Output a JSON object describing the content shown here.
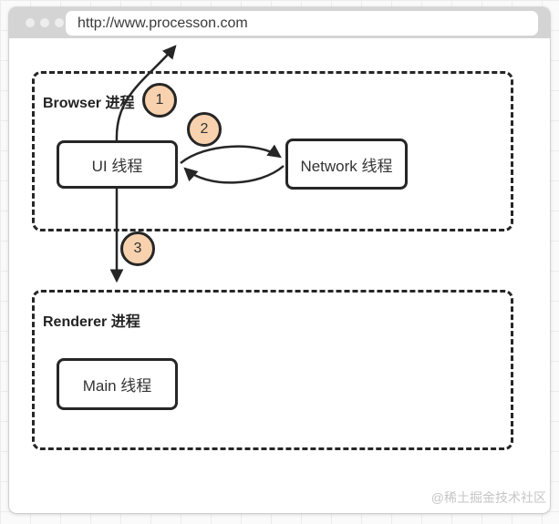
{
  "browser_mockup": {
    "url": "http://www.processon.com"
  },
  "diagram": {
    "processes": [
      {
        "label": "Browser 进程",
        "threads": [
          "UI 线程",
          "Network 线程"
        ]
      },
      {
        "label": "Renderer 进程",
        "threads": [
          "Main 线程"
        ]
      }
    ],
    "steps": [
      "1",
      "2",
      "3"
    ]
  },
  "watermark": "@稀土掘金技术社区",
  "colors": {
    "stroke": "#262626",
    "step_badge_fill": "#f8d2ae",
    "titlebar": "#d4d4d4",
    "grid_line": "#ececec"
  }
}
